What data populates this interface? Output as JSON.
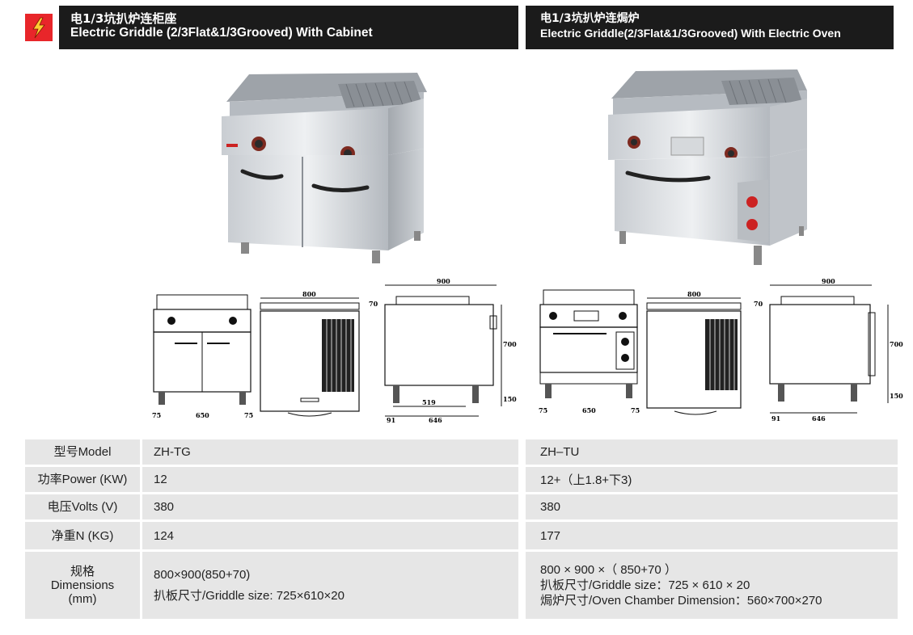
{
  "left_header": {
    "title_zh": "电1/3坑扒炉连柜座",
    "title_en": "Electric Griddle (2/3Flat&1/3Grooved) With Cabinet"
  },
  "right_header": {
    "title_zh": "电1/3坑扒炉连焗炉",
    "title_en": "Electric Griddle(2/3Flat&1/3Grooved) With Electric Oven"
  },
  "drawings": {
    "left": {
      "width": "800",
      "depth": "900",
      "height": "700",
      "leg": "150",
      "top": "70",
      "side_a": "75",
      "mid": "650",
      "side_b": "75",
      "d1": "519",
      "d2": "646",
      "d3": "91"
    },
    "right": {
      "width": "800",
      "depth": "900",
      "height": "700",
      "leg": "150",
      "top": "70",
      "side_a": "75",
      "mid": "650",
      "side_b": "75",
      "d2": "646",
      "d3": "91"
    }
  },
  "specs": {
    "rows": [
      {
        "label": "型号Model",
        "left": "ZH-TG",
        "right": "ZH–TU"
      },
      {
        "label": "功率Power (KW)",
        "left": "12",
        "right": "12+（上1.8+下3)"
      },
      {
        "label": "电压Volts (V)",
        "left": "380",
        "right": "380"
      },
      {
        "label": "净重N (KG)",
        "left": "124",
        "right": "177"
      }
    ],
    "dimensions": {
      "label_zh": "规格",
      "label_en": "Dimensions",
      "label_unit": "(mm)",
      "left_line1": "800×900(850+70)",
      "left_line2": "扒板尺寸/Griddle  size:    725×610×20",
      "right_line1": "800 × 900 ×（ 850+70 ）",
      "right_line2": "扒板尺寸/Griddle  size：725 × 610 × 20",
      "right_line3": "焗炉尺寸/Oven Chamber Dimension：560×700×270"
    }
  },
  "colors": {
    "accent": "#e8262a",
    "header_bg": "#1b1b1b",
    "cell_bg": "#e6e6e6"
  }
}
